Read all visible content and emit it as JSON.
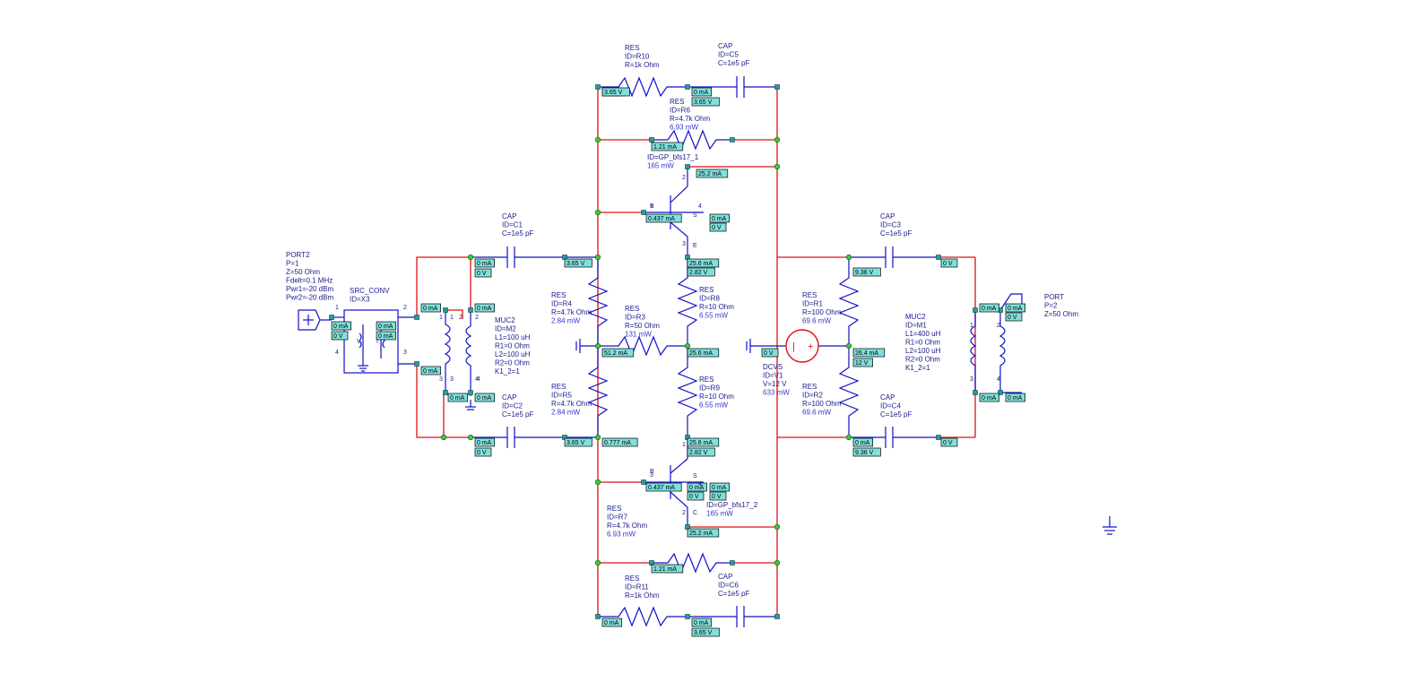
{
  "components": [
    {
      "id": "port2",
      "lines": [
        "PORT2",
        "P=1",
        "Z=50 Ohm",
        "Fdelt=0.1 MHz",
        "Pwr1=-20 dBm",
        "Pwr2=-20 dBm"
      ]
    },
    {
      "id": "src_conv",
      "lines": [
        "SRC_CONV",
        "ID=X3"
      ]
    },
    {
      "id": "muc2_m2",
      "lines": [
        "MUC2",
        "ID=M2",
        "L1=100 uH",
        "R1=0 Ohm",
        "L2=100 uH",
        "R2=0 Ohm",
        "K1_2=1"
      ]
    },
    {
      "id": "cap_c1",
      "lines": [
        "CAP",
        "ID=C1",
        "C=1e5 pF"
      ]
    },
    {
      "id": "cap_c2",
      "lines": [
        "CAP",
        "ID=C2",
        "C=1e5 pF"
      ]
    },
    {
      "id": "res_r10",
      "lines": [
        "RES",
        "ID=R10",
        "R=1k Ohm"
      ]
    },
    {
      "id": "cap_c5",
      "lines": [
        "CAP",
        "ID=C5",
        "C=1e5 pF"
      ]
    },
    {
      "id": "res_r6",
      "lines": [
        "RES",
        "ID=R6",
        "R=4.7k Ohm"
      ],
      "power": "6.93 mW"
    },
    {
      "id": "gp1",
      "lines": [
        "ID=GP_bfs17_1"
      ],
      "power": "165 mW"
    },
    {
      "id": "res_r4",
      "lines": [
        "RES",
        "ID=R4",
        "R=4.7k Ohm"
      ],
      "power": "2.84 mW"
    },
    {
      "id": "res_r3",
      "lines": [
        "RES",
        "ID=R3",
        "R=50 Ohm"
      ],
      "power": "131 mW"
    },
    {
      "id": "res_r8",
      "lines": [
        "RES",
        "ID=R8",
        "R=10 Ohm"
      ],
      "power": "6.55 mW"
    },
    {
      "id": "res_r5",
      "lines": [
        "RES",
        "ID=R5",
        "R=4.7k Ohm"
      ],
      "power": "2.84 mW"
    },
    {
      "id": "res_r9",
      "lines": [
        "RES",
        "ID=R9",
        "R=10 Ohm"
      ],
      "power": "6.55 mW"
    },
    {
      "id": "gp2",
      "lines": [
        "ID=GP_bfs17_2"
      ],
      "power": "165 mW"
    },
    {
      "id": "res_r7",
      "lines": [
        "RES",
        "ID=R7",
        "R=4.7k Ohm"
      ],
      "power": "6.93 mW"
    },
    {
      "id": "res_r11",
      "lines": [
        "RES",
        "ID=R11",
        "R=1k Ohm"
      ]
    },
    {
      "id": "cap_c6",
      "lines": [
        "CAP",
        "ID=C6",
        "C=1e5 pF"
      ]
    },
    {
      "id": "cap_c3",
      "lines": [
        "CAP",
        "ID=C3",
        "C=1e5 pF"
      ]
    },
    {
      "id": "cap_c4",
      "lines": [
        "CAP",
        "ID=C4",
        "C=1e5 pF"
      ]
    },
    {
      "id": "res_r1",
      "lines": [
        "RES",
        "ID=R1",
        "R=100 Ohm"
      ],
      "power": "69.6 mW"
    },
    {
      "id": "res_r2",
      "lines": [
        "RES",
        "ID=R2",
        "R=100 Ohm"
      ],
      "power": "69.6 mW"
    },
    {
      "id": "dcvs",
      "lines": [
        "DCVS",
        "ID=V1",
        "V=12 V"
      ],
      "power": "633 mW"
    },
    {
      "id": "muc2_m1",
      "lines": [
        "MUC2",
        "ID=M1",
        "L1=400 uH",
        "R1=0 Ohm",
        "L2=100 uH",
        "R2=0 Ohm",
        "K1_2=1"
      ]
    },
    {
      "id": "port",
      "lines": [
        "PORT",
        "P=2",
        "Z=50 Ohm"
      ]
    }
  ],
  "annotations": [
    "0 mA",
    "3.65 V",
    "0 mA",
    "3.65 V",
    "1.21 mA",
    "25.2 mA",
    "0.437 mA",
    "0 mA",
    "0 V",
    "25.6 mA",
    "2.82 V",
    "0 mA",
    "0 V",
    "3.65 V",
    "0 mA",
    "0 V",
    "3.65 V",
    "0.777 mA",
    "51.2 mA",
    "25.6 mA",
    "25.6 mA",
    "2.82 V",
    "0.437 mA",
    "0 mA",
    "0 V",
    "25.2 mA",
    "1.21 mA",
    "0 mA",
    "0 mA",
    "3.65 V",
    "0 mA",
    "0 V",
    "0 mA",
    "0 mA",
    "0 V",
    "0 mA",
    "0 mA",
    "0 mA",
    "0 mA",
    "0 mA",
    "0 mA",
    "9.36 V",
    "0 V",
    "0 V",
    "26.4 mA",
    "12 V",
    "0 mA",
    "9.36 V",
    "0 V",
    "0 mA",
    "0 V",
    "0 mA",
    "0 mA",
    "0 mA"
  ],
  "pin_labels": [
    "1",
    "2",
    "3",
    "4",
    "1",
    "2",
    "3",
    "4",
    "1",
    "2",
    "3",
    "4",
    "1",
    "2",
    "3",
    "4",
    "1",
    "2",
    "3",
    "4",
    "1",
    "2",
    "3",
    "4",
    "B",
    "S",
    "E",
    "B",
    "S",
    "C",
    "V",
    "I"
  ]
}
